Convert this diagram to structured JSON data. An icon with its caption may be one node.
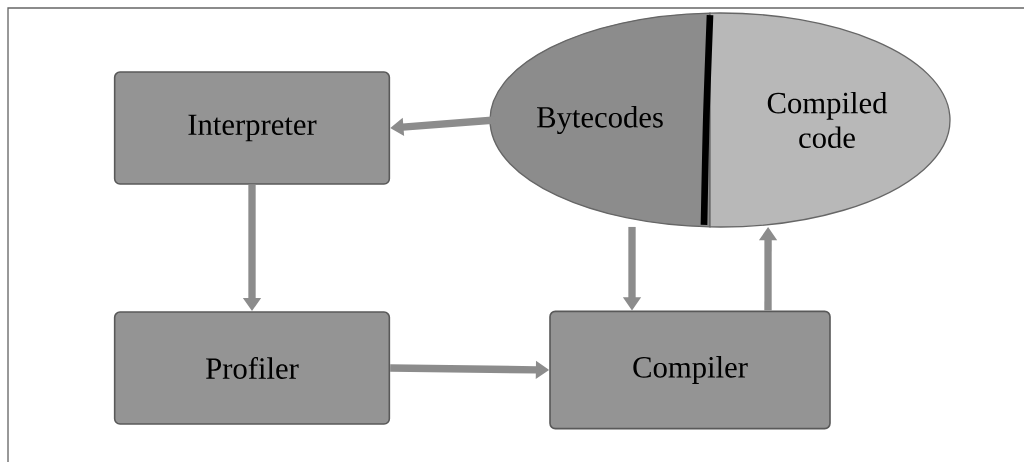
{
  "diagram": {
    "nodes": [
      {
        "text": [
          "Interpreter"
        ]
      },
      {
        "text": [
          "Bytecodes"
        ]
      },
      {
        "text": [
          "Compiled code"
        ]
      },
      {
        "text": [
          "Profiler"
        ]
      },
      {
        "text": [
          "Compiler"
        ]
      }
    ],
    "edges": [
      {
        "from": 1,
        "to": 0,
        "arrow": "to"
      },
      {
        "from": 0,
        "to": 3,
        "arrow": "to"
      },
      {
        "from": 3,
        "to": 4,
        "arrow": "to"
      },
      {
        "from": 1,
        "to": 4,
        "arrow": "to"
      },
      {
        "from": 4,
        "to": 2,
        "arrow": "to"
      }
    ]
  }
}
